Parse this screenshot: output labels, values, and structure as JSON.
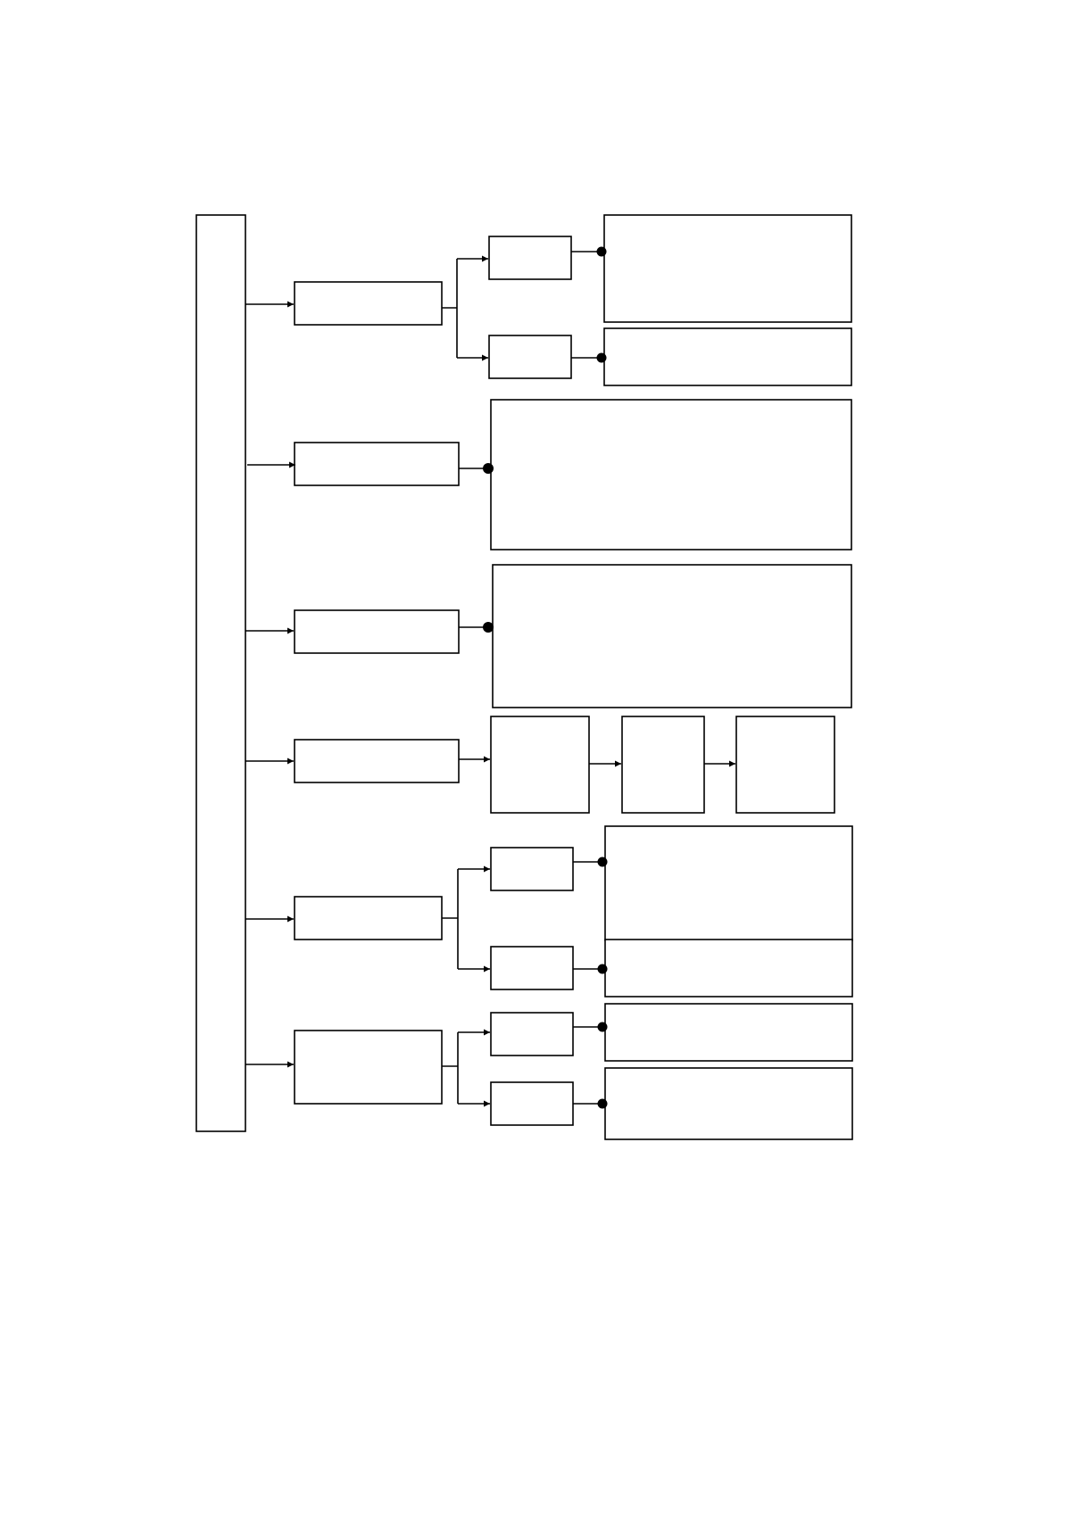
{
  "diagram": {
    "type": "flowchart",
    "stroke_color": "#000000",
    "fill_color": "#ffffff",
    "background": "#ffffff",
    "nodes": {
      "root": "",
      "branch-1": "",
      "branch-1-sub-a": "",
      "branch-1-sub-a-detail": "",
      "branch-1-sub-b": "",
      "branch-1-sub-b-detail": "",
      "branch-2": "",
      "branch-2-detail": "",
      "branch-3": "",
      "branch-3-detail": "",
      "branch-4": "",
      "branch-4-step-1": "",
      "branch-4-step-2": "",
      "branch-4-step-3": "",
      "branch-5": "",
      "branch-5-sub-a": "",
      "branch-5-sub-a-detail": "",
      "branch-5-sub-b": "",
      "branch-5-sub-b-detail": "",
      "branch-6": "",
      "branch-6-sub-a": "",
      "branch-6-sub-a-detail": "",
      "branch-6-sub-b": "",
      "branch-6-sub-b-detail": ""
    },
    "arrow_edges": [
      [
        "root",
        "branch-1"
      ],
      [
        "root",
        "branch-2"
      ],
      [
        "root",
        "branch-3"
      ],
      [
        "root",
        "branch-4"
      ],
      [
        "root",
        "branch-5"
      ],
      [
        "root",
        "branch-6"
      ],
      [
        "branch-1",
        "branch-1-sub-a"
      ],
      [
        "branch-1",
        "branch-1-sub-b"
      ],
      [
        "branch-4",
        "branch-4-step-1"
      ],
      [
        "branch-4-step-1",
        "branch-4-step-2"
      ],
      [
        "branch-4-step-2",
        "branch-4-step-3"
      ],
      [
        "branch-5",
        "branch-5-sub-a"
      ],
      [
        "branch-5",
        "branch-5-sub-b"
      ],
      [
        "branch-6",
        "branch-6-sub-a"
      ],
      [
        "branch-6",
        "branch-6-sub-b"
      ]
    ],
    "dot_edges": [
      [
        "branch-1-sub-a",
        "branch-1-sub-a-detail"
      ],
      [
        "branch-1-sub-b",
        "branch-1-sub-b-detail"
      ],
      [
        "branch-2",
        "branch-2-detail"
      ],
      [
        "branch-3",
        "branch-3-detail"
      ],
      [
        "branch-5-sub-a",
        "branch-5-sub-a-detail"
      ],
      [
        "branch-5-sub-b",
        "branch-5-sub-b-detail"
      ],
      [
        "branch-6-sub-a",
        "branch-6-sub-a-detail"
      ],
      [
        "branch-6-sub-b",
        "branch-6-sub-b-detail"
      ]
    ]
  }
}
